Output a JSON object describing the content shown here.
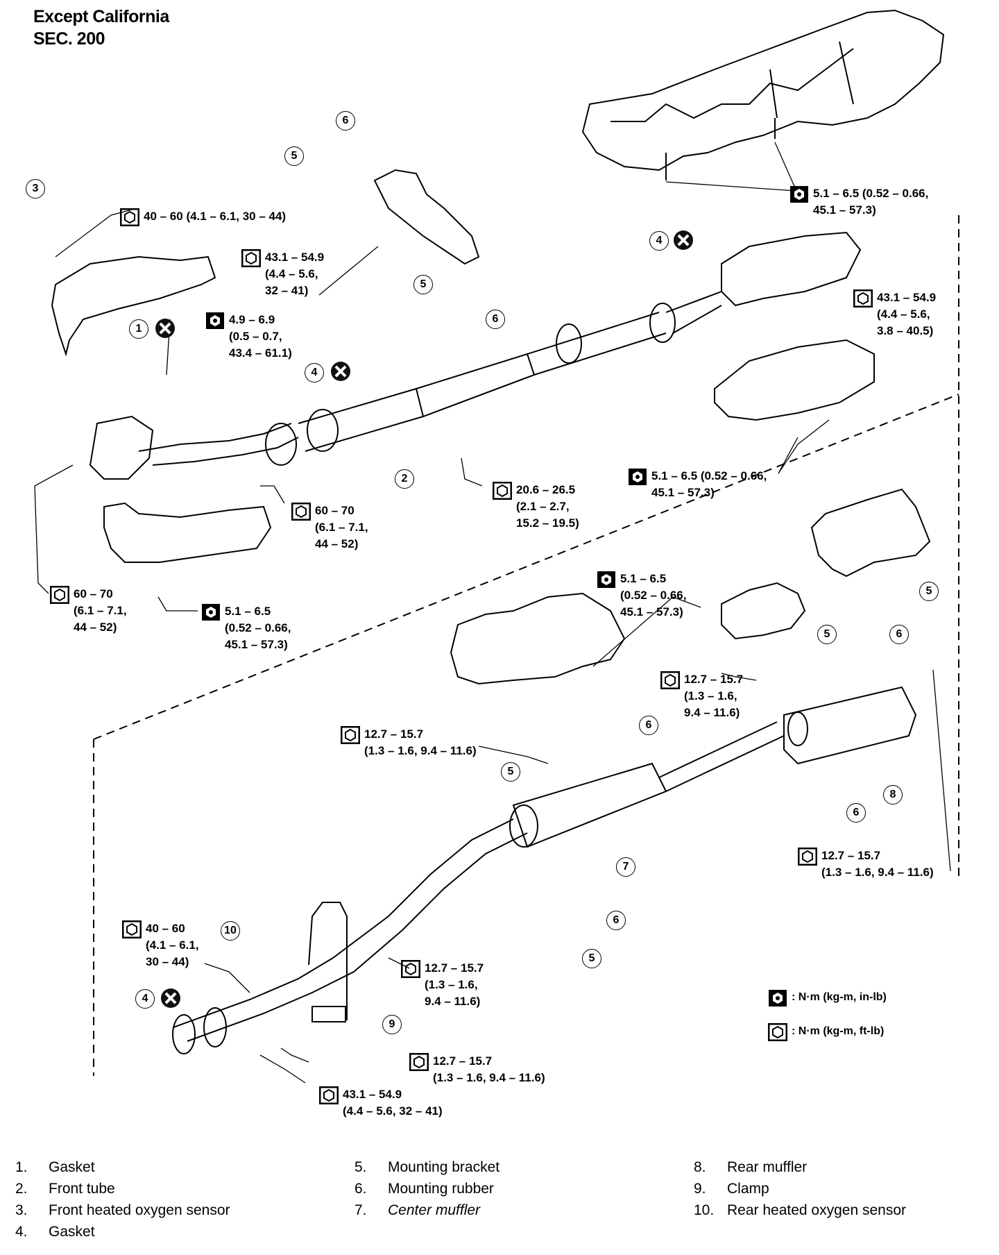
{
  "header": {
    "line1": "Except California",
    "line2": "SEC. 200"
  },
  "torque_labels": [
    {
      "id": "t1",
      "type": "ftlb",
      "lines": [
        "40 – 60 (4.1 – 6.1, 30 – 44)"
      ]
    },
    {
      "id": "t2",
      "type": "ftlb",
      "lines": [
        "43.1 – 54.9",
        "(4.4 – 5.6,",
        "32 – 41)"
      ]
    },
    {
      "id": "t3",
      "type": "inlb",
      "lines": [
        "4.9 – 6.9",
        "(0.5 – 0.7,",
        "43.4 – 61.1)"
      ]
    },
    {
      "id": "t4",
      "type": "inlb",
      "lines": [
        "5.1 – 6.5 (0.52 – 0.66,",
        "45.1 – 57.3)"
      ]
    },
    {
      "id": "t5",
      "type": "ftlb",
      "lines": [
        "43.1 – 54.9",
        "(4.4 – 5.6,",
        "3.8 – 40.5)"
      ]
    },
    {
      "id": "t6",
      "type": "inlb",
      "lines": [
        "5.1 – 6.5 (0.52 – 0.66,",
        "45.1 – 57.3)"
      ]
    },
    {
      "id": "t7",
      "type": "ftlb",
      "lines": [
        "20.6 – 26.5",
        "(2.1 – 2.7,",
        "15.2 – 19.5)"
      ]
    },
    {
      "id": "t8",
      "type": "ftlb",
      "lines": [
        "60 – 70",
        "(6.1 – 7.1,",
        "44 – 52)"
      ]
    },
    {
      "id": "t9",
      "type": "ftlb",
      "lines": [
        "60 – 70",
        "(6.1 – 7.1,",
        "44 – 52)"
      ]
    },
    {
      "id": "t10",
      "type": "inlb",
      "lines": [
        "5.1 – 6.5",
        "(0.52 – 0.66,",
        "45.1 – 57.3)"
      ]
    },
    {
      "id": "t11",
      "type": "inlb",
      "lines": [
        "5.1 – 6.5",
        "(0.52 – 0.66,",
        "45.1 – 57.3)"
      ]
    },
    {
      "id": "t12",
      "type": "ftlb",
      "lines": [
        "12.7 – 15.7",
        "(1.3 – 1.6,",
        "9.4 – 11.6)"
      ]
    },
    {
      "id": "t13",
      "type": "ftlb",
      "lines": [
        "12.7 – 15.7",
        "(1.3 – 1.6, 9.4 – 11.6)"
      ]
    },
    {
      "id": "t14",
      "type": "ftlb",
      "lines": [
        "12.7 – 15.7",
        "(1.3 – 1.6, 9.4 – 11.6)"
      ]
    },
    {
      "id": "t15",
      "type": "ftlb",
      "lines": [
        "40 – 60",
        "(4.1 – 6.1,",
        "30 – 44)"
      ]
    },
    {
      "id": "t16",
      "type": "ftlb",
      "lines": [
        "12.7 – 15.7",
        "(1.3 – 1.6,",
        "9.4 – 11.6)"
      ]
    },
    {
      "id": "t17",
      "type": "ftlb",
      "lines": [
        "12.7 – 15.7",
        "(1.3 – 1.6, 9.4 – 11.6)"
      ]
    },
    {
      "id": "t18",
      "type": "ftlb",
      "lines": [
        "43.1 – 54.9",
        "(4.4 – 5.6, 32 – 41)"
      ]
    }
  ],
  "callouts": [
    "6",
    "5",
    "3",
    "5",
    "6",
    "4",
    "1",
    "4",
    "2",
    "5",
    "6",
    "6",
    "5",
    "5",
    "8",
    "6",
    "7",
    "6",
    "10",
    "5",
    "4",
    "9"
  ],
  "key": {
    "inlb": ": N·m (kg-m, in-lb)",
    "ftlb": ": N·m (kg-m, ft-lb)"
  },
  "legend": [
    {
      "num": "1.",
      "name": "Gasket"
    },
    {
      "num": "2.",
      "name": "Front tube"
    },
    {
      "num": "3.",
      "name": "Front heated oxygen sensor"
    },
    {
      "num": "4.",
      "name": "Gasket"
    },
    {
      "num": "5.",
      "name": "Mounting bracket"
    },
    {
      "num": "6.",
      "name": "Mounting rubber"
    },
    {
      "num": "7.",
      "name": "Center muffler"
    },
    {
      "num": "8.",
      "name": "Rear muffler"
    },
    {
      "num": "9.",
      "name": "Clamp"
    },
    {
      "num": "10.",
      "name": "Rear heated oxygen sensor"
    }
  ]
}
